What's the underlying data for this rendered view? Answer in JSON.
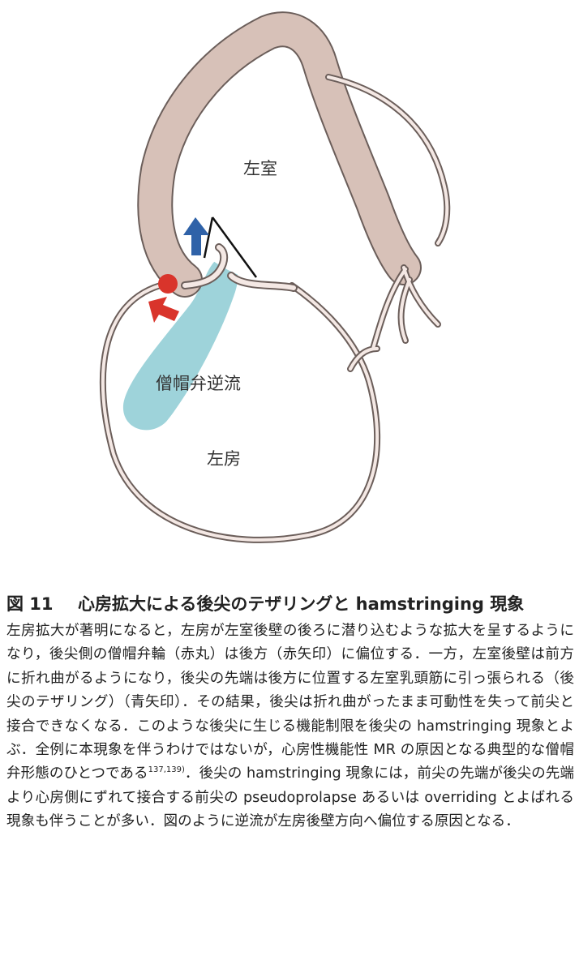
{
  "figure": {
    "labels": {
      "left_ventricle": "左室",
      "mitral_regurgitation": "僧帽弁逆流",
      "left_atrium": "左房"
    },
    "colors": {
      "wall": "#d7c1b8",
      "outline": "#6b5e5a",
      "regurgitation_jet": "#9ed3da",
      "blue_arrow": "#2f62a8",
      "red_arrow": "#d9342b",
      "red_circle": "#d9342b"
    },
    "icons": [
      "blue-arrow-icon",
      "red-arrow-icon",
      "red-circle-marker"
    ]
  },
  "caption": {
    "number": "図 11",
    "title": "心房拡大による後尖のテザリングと hamstringing 現象"
  },
  "body": {
    "text_before_ref": "左房拡大が著明になると，左房が左室後壁の後ろに潜り込むような拡大を呈するようになり，後尖側の僧帽弁輪（赤丸）は後方（赤矢印）に偏位する．一方，左室後壁は前方に折れ曲がるようになり，後尖の先端は後方に位置する左室乳頭筋に引っ張られる（後尖のテザリング）（青矢印）．その結果，後尖は折れ曲がったまま可動性を失って前尖と接合できなくなる．このような後尖に生じる機能制限を後尖の hamstringing 現象とよぶ．全例に本現象を伴うわけではないが，心房性機能性 MR の原因となる典型的な僧帽弁形態のひとつである",
    "ref": "137,139)",
    "text_after_ref": "．後尖の hamstringing 現象には，前尖の先端が後尖の先端より心房側にずれて接合する前尖の pseudoprolapse あるいは overriding とよばれる現象も伴うことが多い．図のように逆流が左房後壁方向へ偏位する原因となる．"
  }
}
